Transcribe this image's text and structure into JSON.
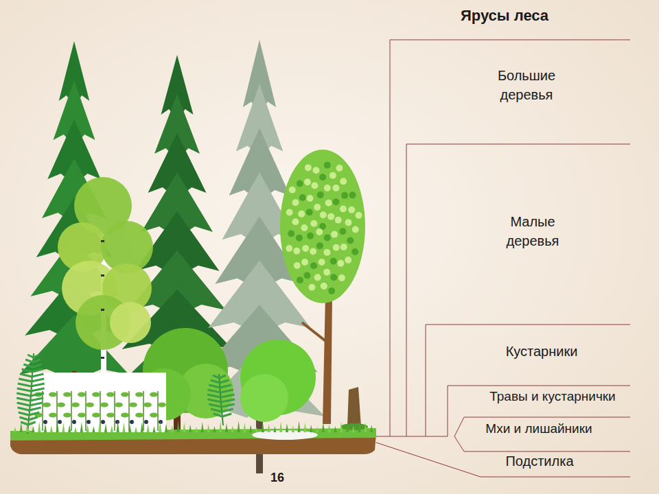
{
  "diagram": {
    "title": "Ярусы леса",
    "labels": [
      "Большие деревья",
      "Малые деревья",
      "Кустарники",
      "Травы и кустарнички",
      "Мхи и лишайники",
      "Подстилка",
      "16"
    ]
  }
}
